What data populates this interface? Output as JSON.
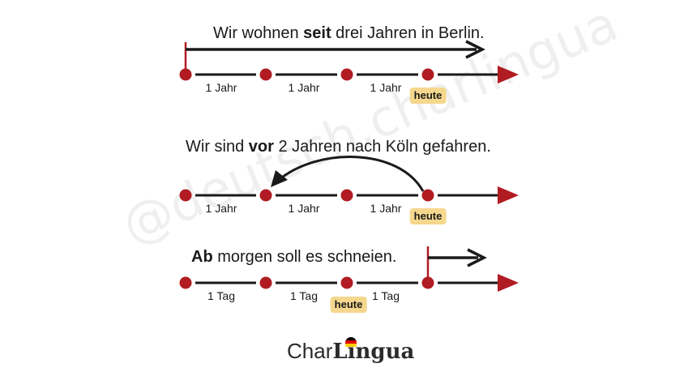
{
  "watermark": "@deutsch.charlingua",
  "colors": {
    "accent": "#b01c22",
    "line": "#1a1a1a",
    "badge_bg": "#f5d78e",
    "flag": [
      "#000000",
      "#dd0000",
      "#ffce00"
    ]
  },
  "rows": [
    {
      "sentence": {
        "before": "Wir wohnen ",
        "bold": "seit",
        "after": " drei Jahren in Berlin."
      },
      "segment_labels": [
        "1 Jahr",
        "1 Jahr",
        "1 Jahr"
      ],
      "today_label": "heute",
      "arrow": "straight-forward-from-start"
    },
    {
      "sentence": {
        "before": "Wir sind ",
        "bold": "vor",
        "after": " 2 Jahren nach Köln gefahren."
      },
      "segment_labels": [
        "1 Jahr",
        "1 Jahr",
        "1 Jahr"
      ],
      "today_label": "heute",
      "arrow": "curved-back-two-steps"
    },
    {
      "sentence": {
        "before": "",
        "bold": "Ab",
        "after": " morgen soll es schneien."
      },
      "segment_labels": [
        "1 Tag",
        "1 Tag",
        "1 Tag"
      ],
      "today_label": "heute",
      "arrow": "straight-forward-from-next"
    }
  ],
  "logo": {
    "part1": "Char",
    "part2": "Lingua"
  }
}
